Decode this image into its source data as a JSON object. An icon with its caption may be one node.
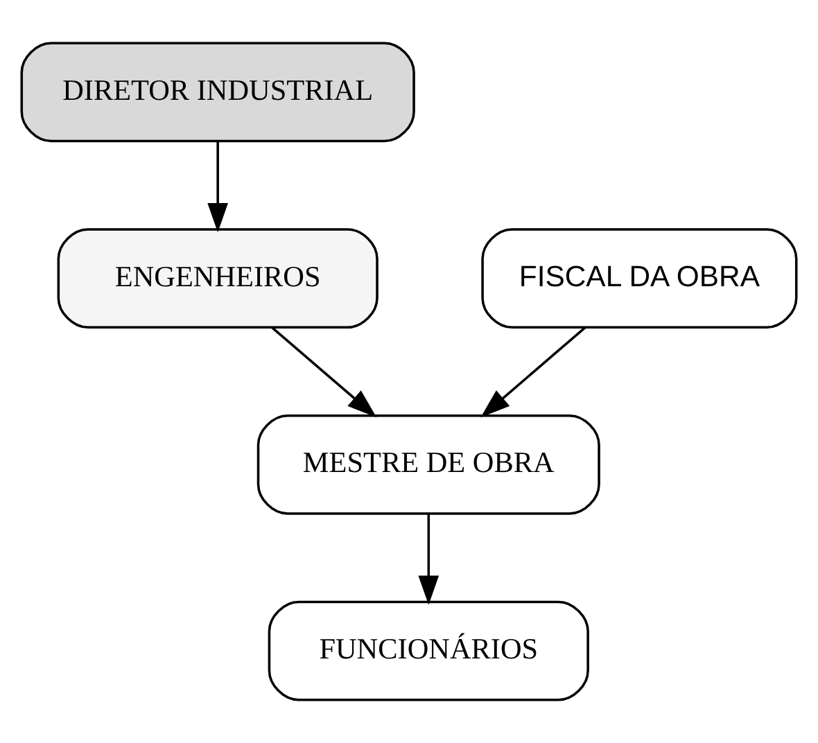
{
  "diagram": {
    "nodes": [
      {
        "text": [
          "DIRETOR INDUSTRIAL"
        ]
      },
      {
        "text": [
          "ENGENHEIROS"
        ]
      },
      {
        "text": [
          "FISCAL DA OBRA"
        ]
      },
      {
        "text": [
          "MESTRE DE OBRA"
        ]
      },
      {
        "text": [
          "FUNCIONÁRIOS"
        ]
      }
    ],
    "edges": [
      {
        "from": 0,
        "to": 1,
        "arrow": "to"
      },
      {
        "from": 1,
        "to": 3,
        "arrow": "to"
      },
      {
        "from": 2,
        "to": 3,
        "arrow": "to"
      },
      {
        "from": 3,
        "to": 4,
        "arrow": "to"
      }
    ]
  }
}
